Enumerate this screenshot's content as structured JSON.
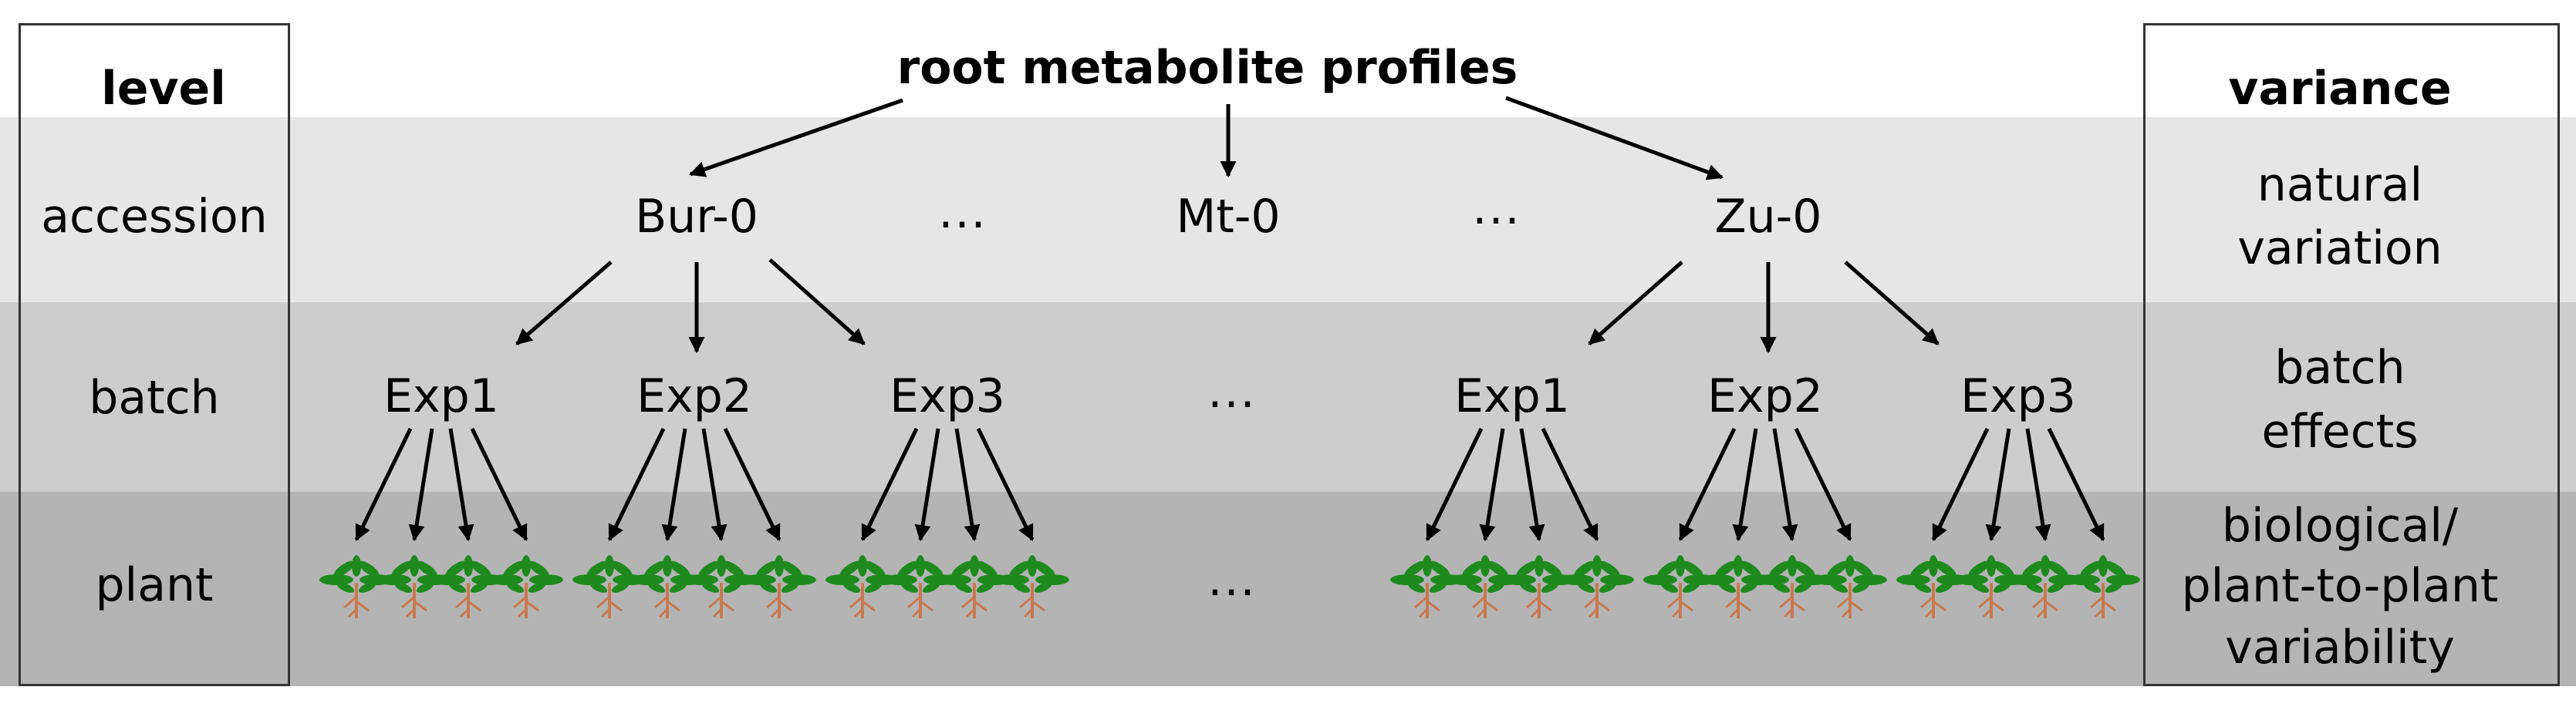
{
  "title": "root metabolite profiles",
  "left_column": {
    "header": "level",
    "rows": [
      "accession",
      "batch",
      "plant"
    ]
  },
  "right_column": {
    "header": "variance",
    "rows": [
      [
        "natural",
        "variation"
      ],
      [
        "batch",
        "effects"
      ],
      [
        "biological/",
        "plant-to-plant",
        "variability"
      ]
    ]
  },
  "accessions": [
    "Bur-0",
    "Mt-0",
    "Zu-0"
  ],
  "ellipsis": "...",
  "experiments": [
    "Exp1",
    "Exp2",
    "Exp3"
  ],
  "colors": {
    "accession_band": "#e6e6e6",
    "batch_band": "#cdcdcd",
    "plant_band": "#b4b4b4",
    "plant_leaf": "#1e8a1e",
    "plant_root": "#c87850"
  }
}
